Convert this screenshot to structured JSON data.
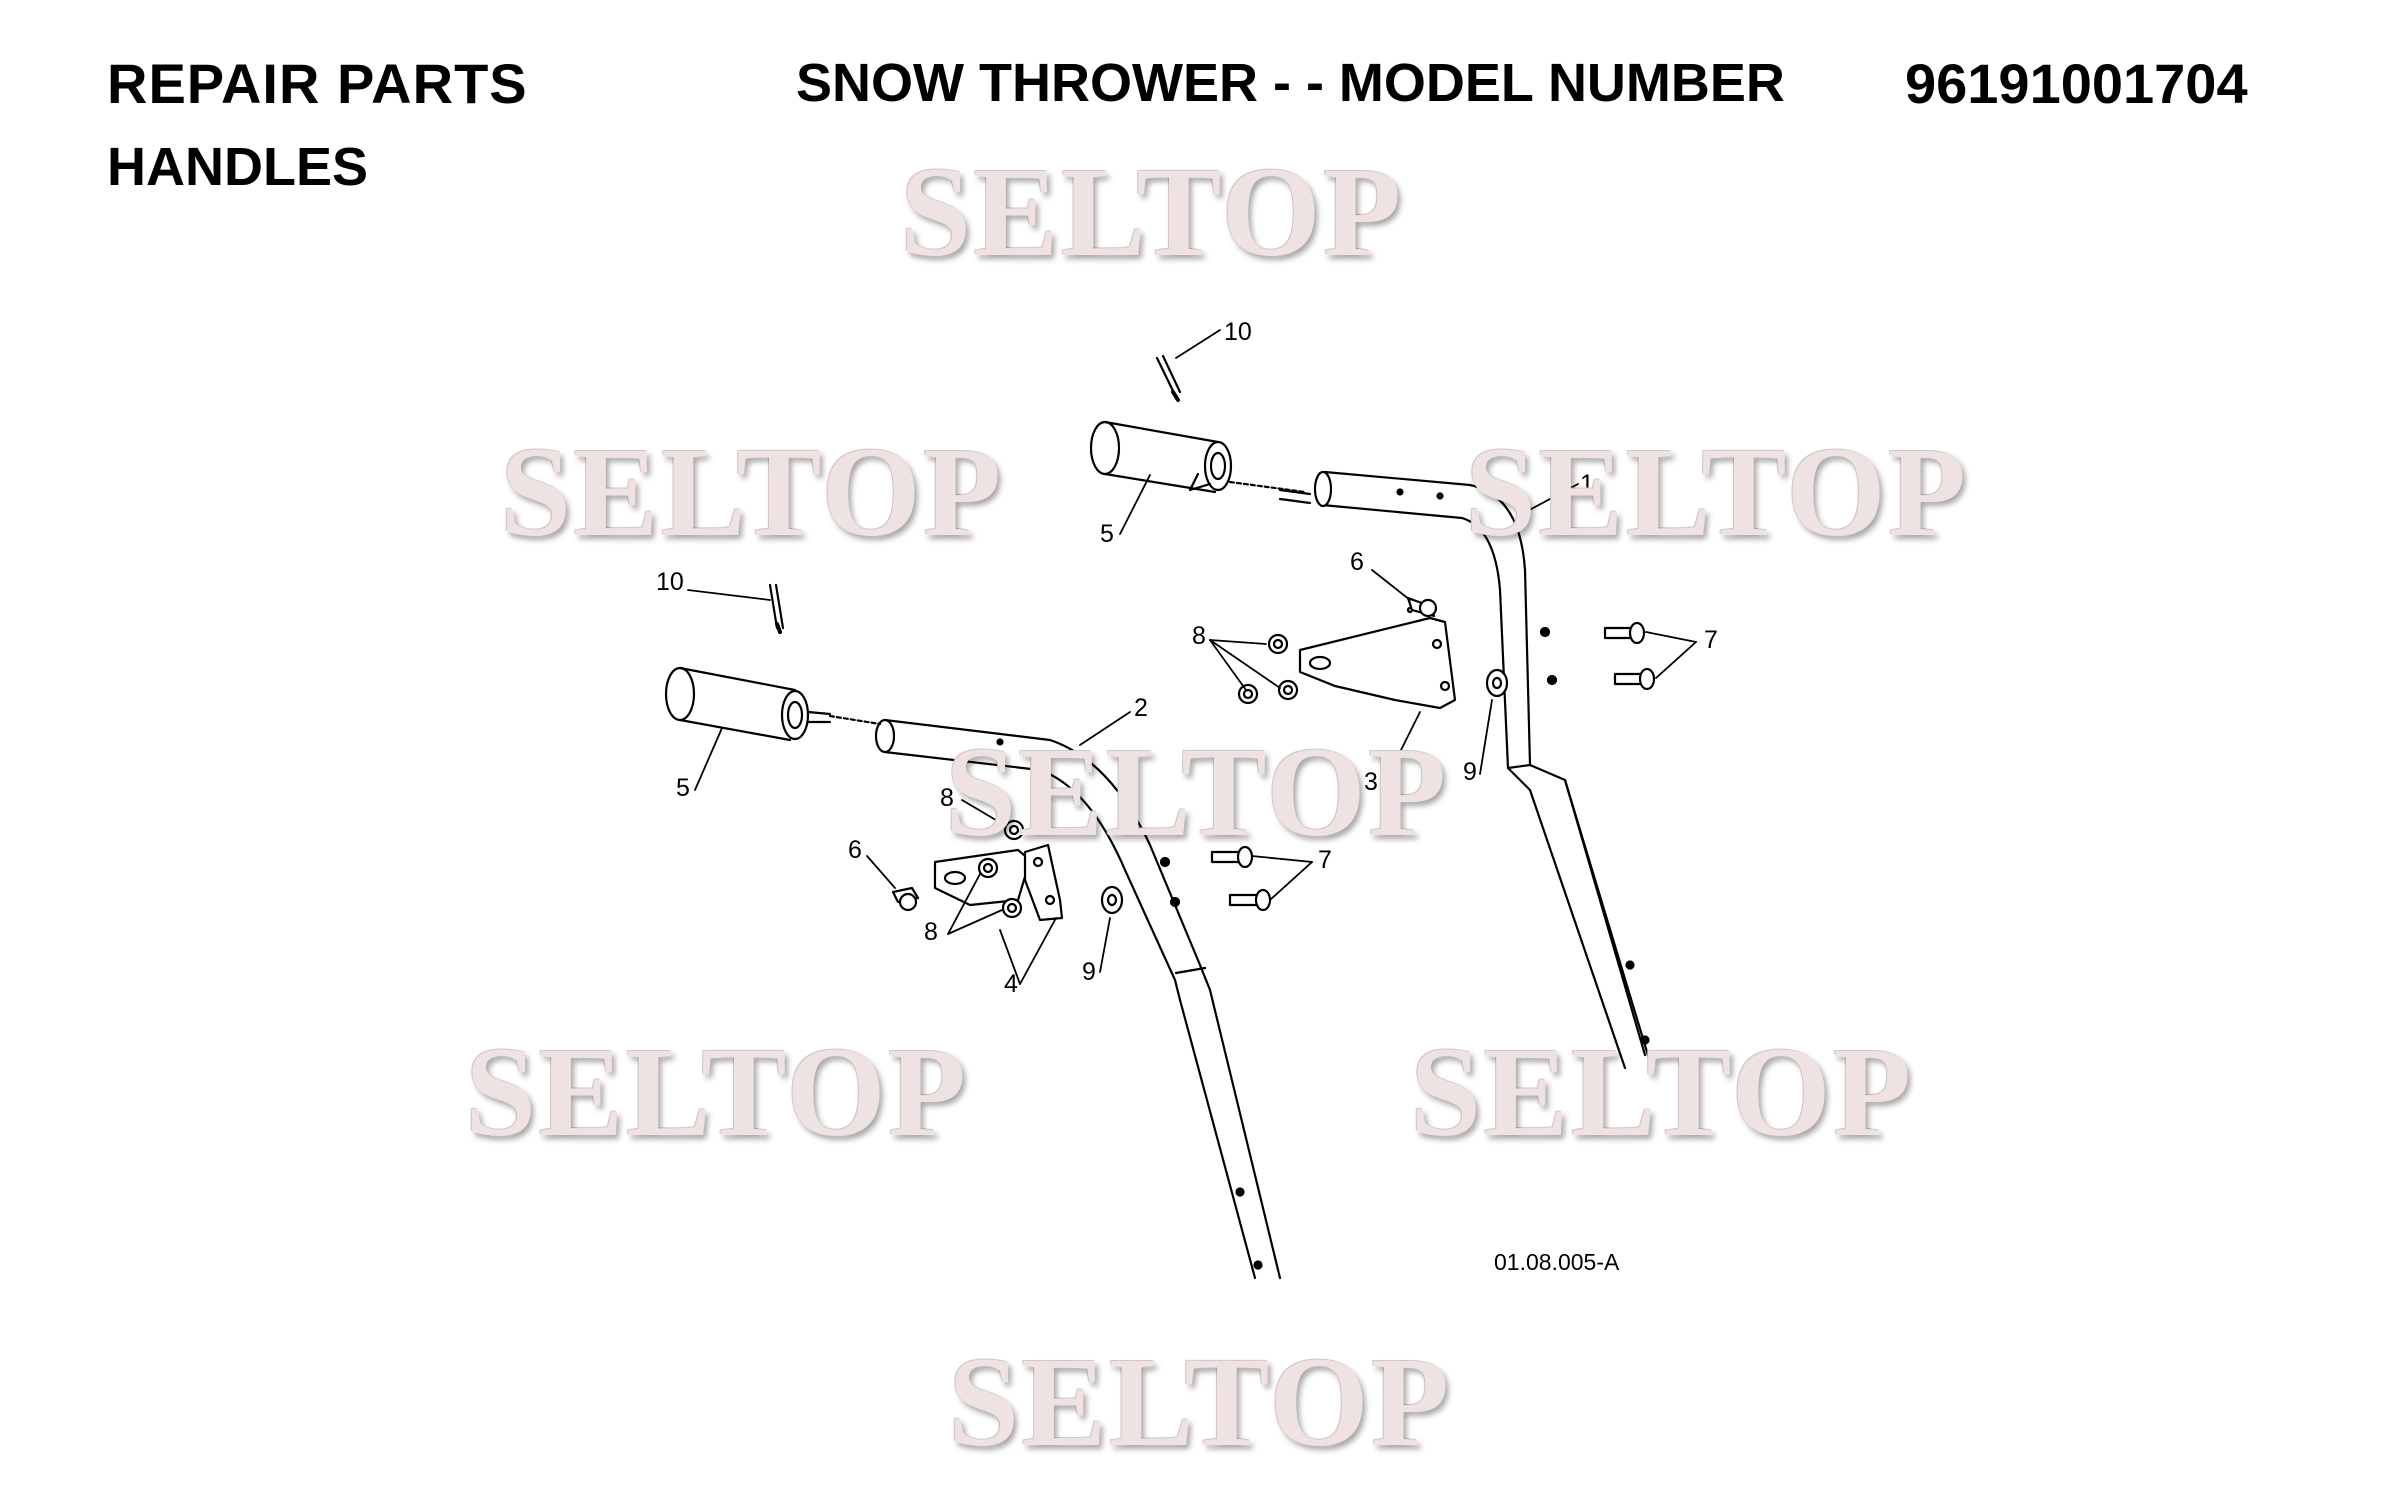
{
  "header": {
    "title": "REPAIR PARTS",
    "subtitle": "HANDLES",
    "product": "SNOW THROWER - - MODEL NUMBER",
    "model_number": "96191001704"
  },
  "watermark": "SELTOP",
  "figure_ref": "01.08.005-A",
  "callouts": {
    "c1": "1",
    "c2": "2",
    "c3": "3",
    "c4": "4",
    "c5a": "5",
    "c5b": "5",
    "c6a": "6",
    "c6b": "6",
    "c7a": "7",
    "c7b": "7",
    "c8a": "8",
    "c8b": "8",
    "c8c": "8",
    "c9a": "9",
    "c9b": "9",
    "c10a": "10",
    "c10b": "10"
  }
}
